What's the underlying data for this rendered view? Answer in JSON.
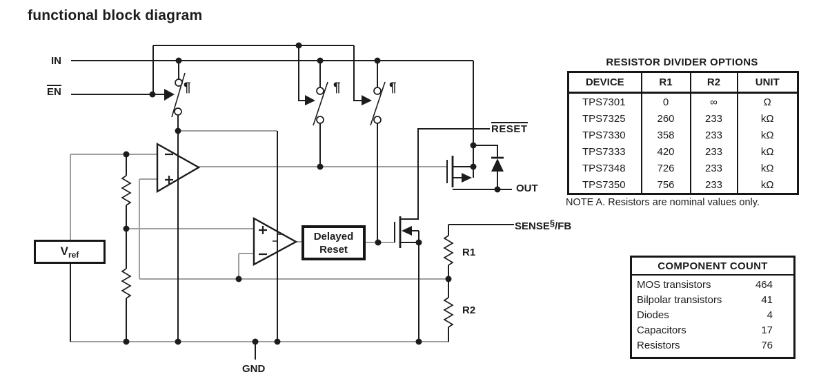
{
  "title": "functional block diagram",
  "circuit": {
    "labels": {
      "in": "IN",
      "en": "EN",
      "reset": "RESET",
      "out": "OUT",
      "sense_base": "SENSE",
      "sense_sup": "§",
      "sense_rest": "/FB",
      "gnd": "GND",
      "r1": "R1",
      "r2": "R2",
      "vref_base": "V",
      "vref_sub": "ref",
      "delayed_reset_line1": "Delayed",
      "delayed_reset_line2": "Reset",
      "pilcrow": "¶"
    },
    "colors": {
      "wire_black": "#1c1c1c",
      "wire_gray": "#9e9e9e"
    }
  },
  "resistor_table": {
    "title": "RESISTOR DIVIDER OPTIONS",
    "headers": [
      "DEVICE",
      "R1",
      "R2",
      "UNIT"
    ],
    "rows": [
      {
        "device": "TPS7301",
        "r1": "0",
        "r2": "∞",
        "unit": "Ω"
      },
      {
        "device": "TPS7325",
        "r1": "260",
        "r2": "233",
        "unit": "kΩ"
      },
      {
        "device": "TPS7330",
        "r1": "358",
        "r2": "233",
        "unit": "kΩ"
      },
      {
        "device": "TPS7333",
        "r1": "420",
        "r2": "233",
        "unit": "kΩ"
      },
      {
        "device": "TPS7348",
        "r1": "726",
        "r2": "233",
        "unit": "kΩ"
      },
      {
        "device": "TPS7350",
        "r1": "756",
        "r2": "233",
        "unit": "kΩ"
      }
    ],
    "note": "NOTE A. Resistors are nominal values only."
  },
  "component_table": {
    "title": "COMPONENT COUNT",
    "rows": [
      {
        "label": "MOS transistors",
        "value": "464"
      },
      {
        "label": "Bilpolar transistors",
        "value": "41"
      },
      {
        "label": "Diodes",
        "value": "4"
      },
      {
        "label": "Capacitors",
        "value": "17"
      },
      {
        "label": "Resistors",
        "value": "76"
      }
    ]
  }
}
